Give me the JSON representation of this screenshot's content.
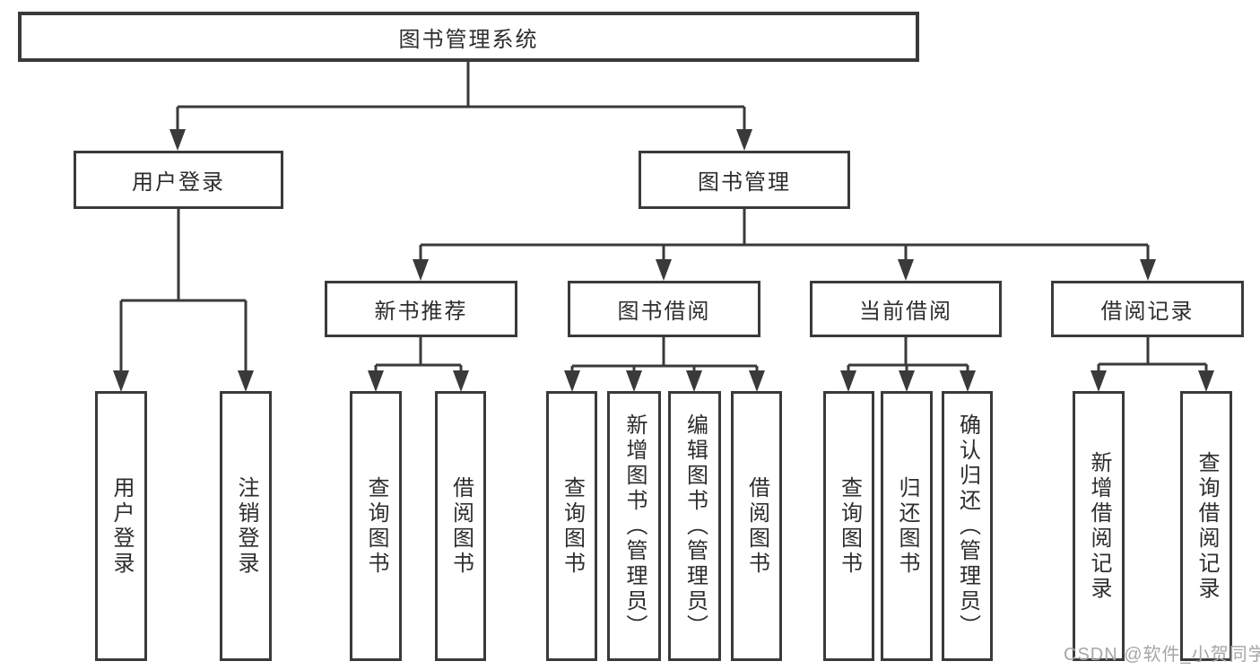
{
  "diagram": {
    "root": {
      "label": "图书管理系统"
    },
    "user_login": {
      "label": "用户登录",
      "children": [
        {
          "label": "用户登录"
        },
        {
          "label": "注销登录"
        }
      ]
    },
    "book_mgmt": {
      "label": "图书管理",
      "sections": [
        {
          "label": "新书推荐",
          "children": [
            {
              "label": "查询图书"
            },
            {
              "label": "借阅图书"
            }
          ]
        },
        {
          "label": "图书借阅",
          "children": [
            {
              "label": "查询图书"
            },
            {
              "label": "新增图书（管理员）"
            },
            {
              "label": "编辑图书（管理员）"
            },
            {
              "label": "借阅图书"
            }
          ]
        },
        {
          "label": "当前借阅",
          "children": [
            {
              "label": "查询图书"
            },
            {
              "label": "归还图书"
            },
            {
              "label": "确认归还（管理员）"
            }
          ]
        },
        {
          "label": "借阅记录",
          "children": [
            {
              "label": "新增借阅记录"
            },
            {
              "label": "查询借阅记录"
            }
          ]
        }
      ]
    }
  },
  "watermark": {
    "text": "CSDN @软件_小贺同学"
  },
  "colors": {
    "line": "#3a3a3a",
    "text": "#2d2d2d",
    "watermark": "#a6a6a6",
    "background": "#ffffff"
  }
}
